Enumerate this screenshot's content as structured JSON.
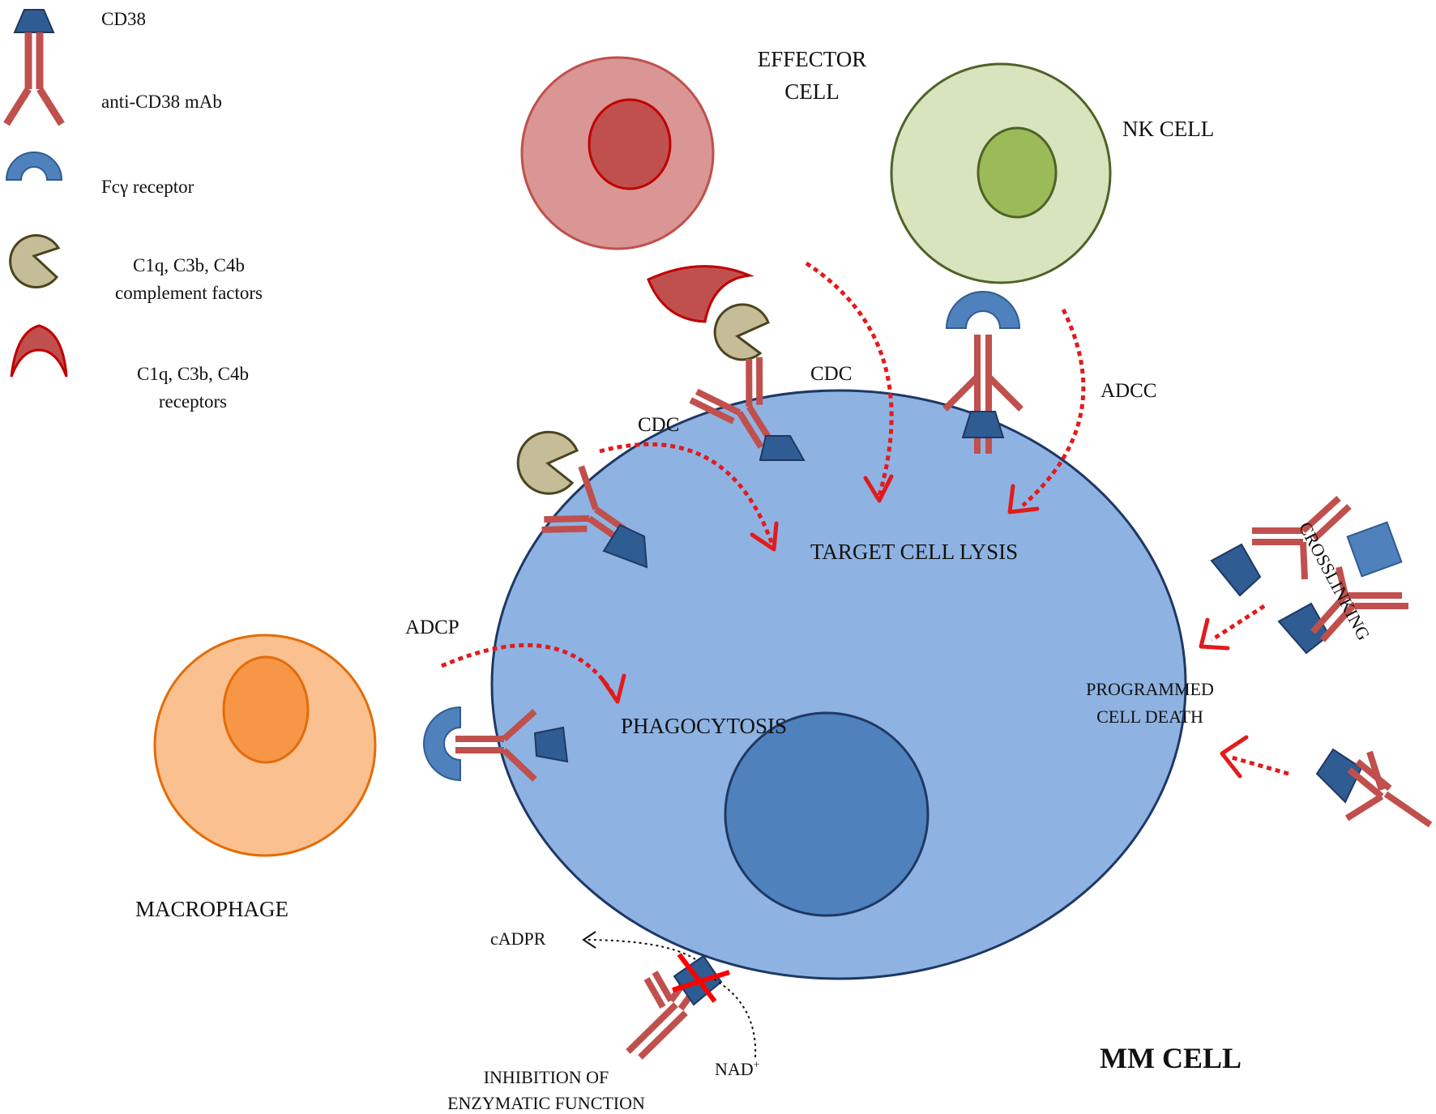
{
  "legend": {
    "cd38": "CD38",
    "antibody": "anti-CD38 mAb",
    "fc_receptor": "Fcγ receptor",
    "complement_line1": "C1q, C3b, C4b",
    "complement_line2": "complement factors",
    "receptors_line1": "C1q, C3b, C4b",
    "receptors_line2": "receptors"
  },
  "cells": {
    "effector_line1": "EFFECTOR",
    "effector_line2": "CELL",
    "nk": "NK CELL",
    "macrophage": "MACROPHAGE",
    "mm": "MM CELL"
  },
  "mechanisms": {
    "cdc_top": "CDC",
    "cdc_left": "CDC",
    "adcc": "ADCC",
    "adcp": "ADCP",
    "crosslinking": "CROSSLINKING",
    "target_lysis": "TARGET CELL LYSIS",
    "phagocytosis": "PHAGOCYTOSIS",
    "pcd_line1": "PROGRAMMED",
    "pcd_line2": "CELL DEATH",
    "inhibition_line1": "INHIBITION OF",
    "inhibition_line2": "ENZYMATIC FUNCTION",
    "cadpr": "cADPR",
    "nad": "NAD",
    "nad_sup": "+"
  },
  "colors": {
    "mm_cell_fill": "#8eb3e2",
    "mm_cell_stroke": "#1f3864",
    "mm_nucleus": "#4f81bd",
    "cd38": "#2f5c92",
    "antibody": "#c0504d",
    "fc_receptor": "#4f81bd",
    "complement": "#c4bd97",
    "effector_cell": "#d99694",
    "nk_cell": "#d7e4bd",
    "nk_nucleus": "#9bbb59",
    "macrophage": "#fac08f",
    "macrophage_nucleus": "#f79646",
    "arrow": "#e31a1c"
  }
}
